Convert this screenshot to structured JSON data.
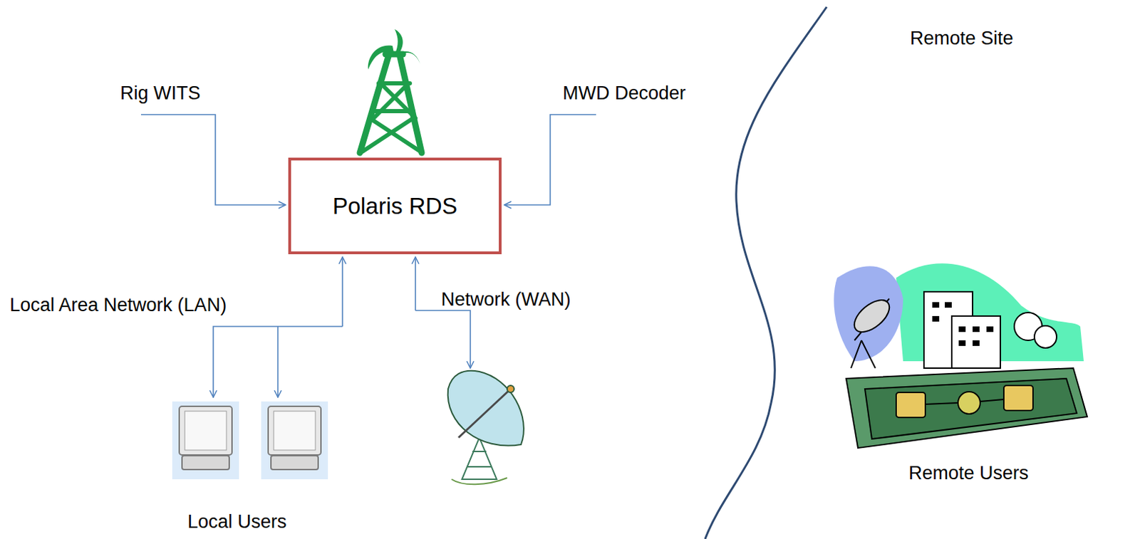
{
  "diagram": {
    "nodes": [
      {
        "text": [
          "Polaris RDS"
        ]
      }
    ],
    "labels": [
      "Rig WITS",
      "MWD Decoder",
      "Remote Site",
      "Local Area Network (LAN)",
      "Network (WAN)",
      "Local Users",
      "Remote Users"
    ]
  }
}
